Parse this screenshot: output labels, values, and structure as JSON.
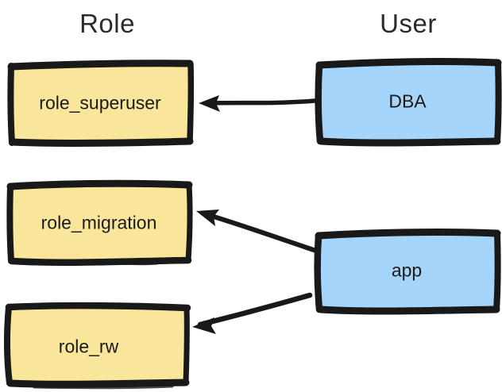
{
  "diagram": {
    "title_columns": {
      "role_header": "Role",
      "user_header": "User"
    },
    "colors": {
      "role_fill": "#fae69b",
      "user_fill": "#a6d5fb",
      "stroke": "#191919",
      "header_text": "#2b2b2b",
      "node_text": "#1a1a1a",
      "background": "#ffffff"
    },
    "nodes": [
      {
        "id": "role_superuser",
        "label": "role_superuser",
        "type": "role",
        "column": "Role"
      },
      {
        "id": "role_migration",
        "label": "role_migration",
        "type": "role",
        "column": "Role"
      },
      {
        "id": "role_rw",
        "label": "role_rw",
        "type": "role",
        "column": "Role"
      },
      {
        "id": "dba",
        "label": "DBA",
        "type": "user",
        "column": "User"
      },
      {
        "id": "app",
        "label": "app",
        "type": "user",
        "column": "User"
      }
    ],
    "edges": [
      {
        "from": "DBA",
        "to": "role_superuser",
        "direction": "right-to-left",
        "style": "solid-arrow"
      },
      {
        "from": "app",
        "to": "role_migration",
        "direction": "right-to-left",
        "style": "solid-arrow"
      },
      {
        "from": "app",
        "to": "role_rw",
        "direction": "right-to-left",
        "style": "solid-arrow"
      }
    ]
  }
}
